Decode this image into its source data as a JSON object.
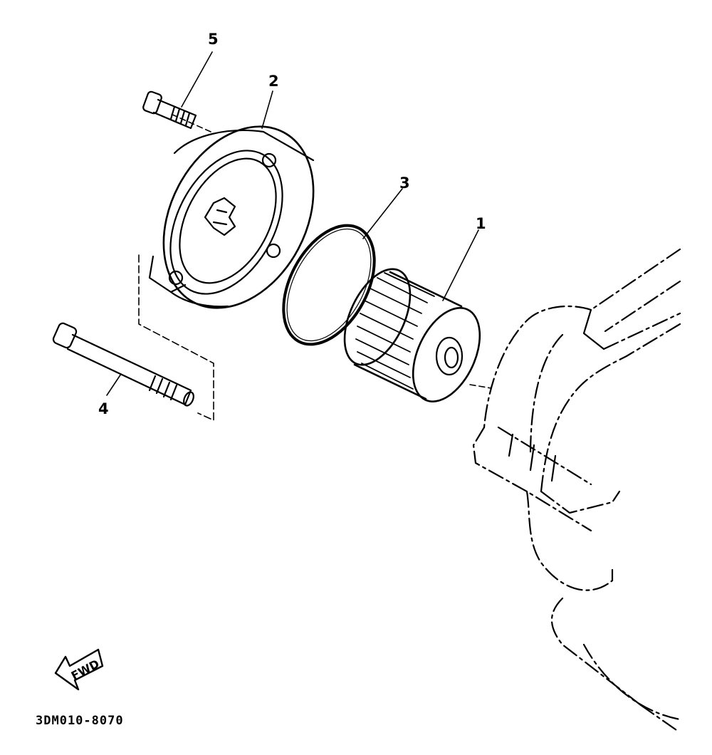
{
  "callouts": {
    "item1": "1",
    "item2": "2",
    "item3": "3",
    "item4": "4",
    "item5": "5"
  },
  "fwd_label": "FWD",
  "drawing_code": "3DM010-8070",
  "colors": {
    "ink": "#000000",
    "paper": "#ffffff"
  }
}
